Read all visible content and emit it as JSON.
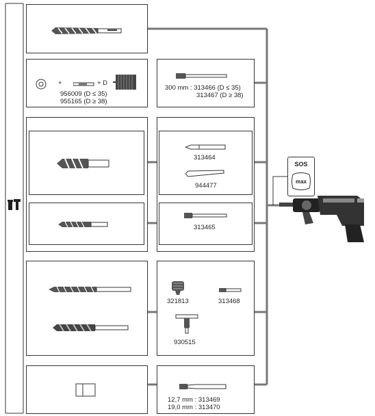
{
  "side_label": "",
  "badge": {
    "line1": "SOS",
    "line2": "max"
  },
  "rows": [
    {
      "left": [
        "sds-max-bit"
      ],
      "right": []
    },
    {
      "left_labels": [
        "956009 (D ≤ 35)",
        "955165 (D ≥ 38)"
      ],
      "right_labels": [
        "300 mm : 313466 (D ≤ 35)",
        "313467 (D ≥ 38)"
      ]
    },
    {
      "right_labels": [
        "313464",
        "944477",
        "313465"
      ]
    },
    {
      "right_labels": [
        "321813",
        "313468",
        "930515"
      ]
    },
    {
      "right_labels": [
        "12,7 mm : 313469",
        "19,0 mm : 313470"
      ]
    }
  ],
  "icons": {
    "row1_left": "sds-max-drill-bit-icon",
    "row2_left": [
      "centering-disc-icon",
      "pilot-drill-icon",
      "core-bit-icon"
    ],
    "row2_right": "core-bit-adapter-icon",
    "row3_right": [
      "point-chisel-icon",
      "flat-chisel-icon",
      "chuck-adapter-icon"
    ],
    "row4_right": [
      "keyed-chuck-icon",
      "hex-adapter-icon",
      "chuck-key-icon"
    ],
    "row5_left": "socket-icon",
    "row5_right": "socket-adapter-icon",
    "tool": "rotary-hammer-icon"
  }
}
